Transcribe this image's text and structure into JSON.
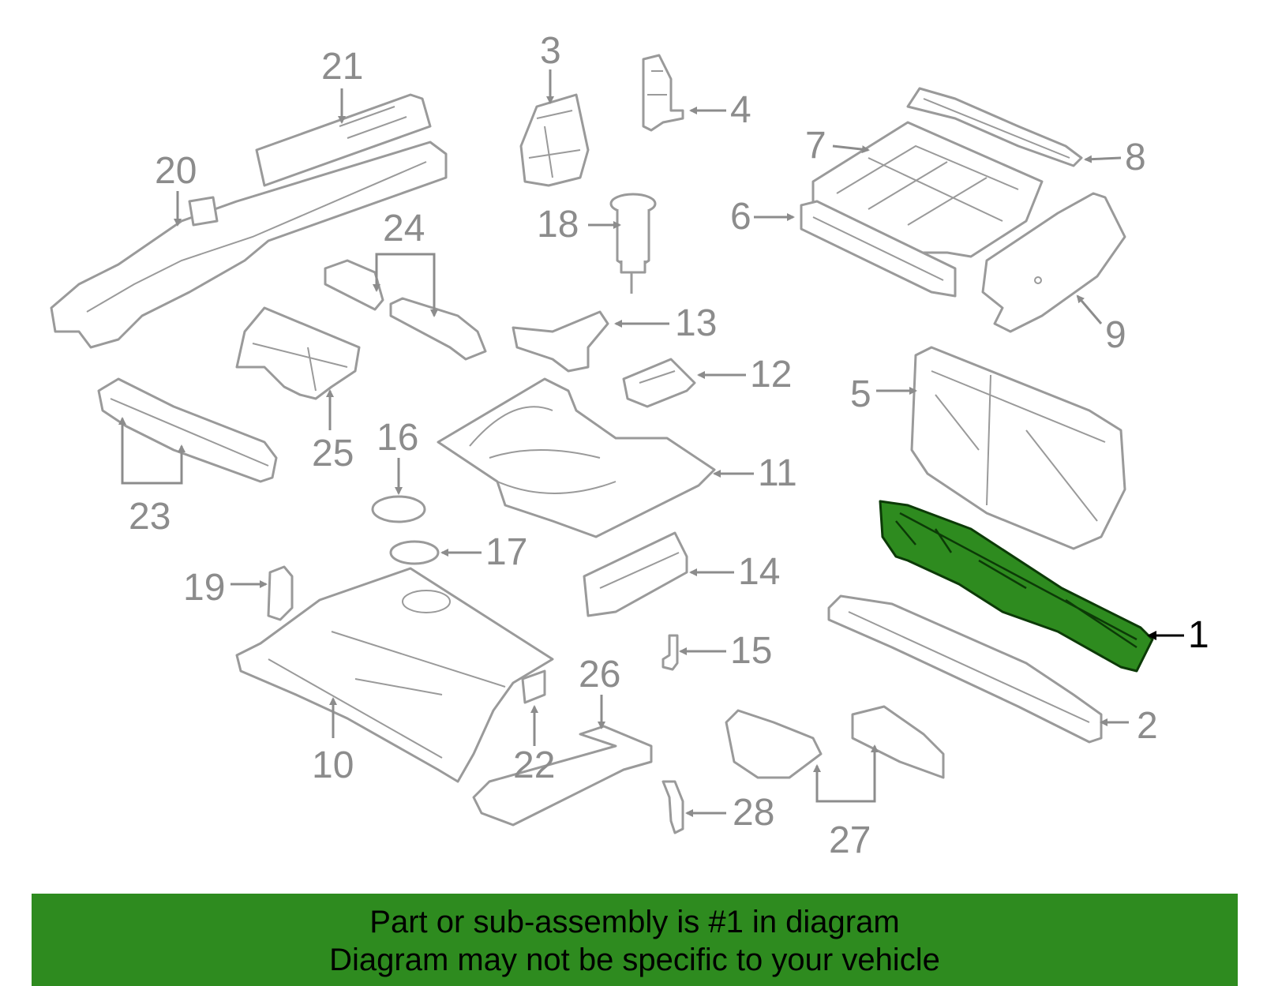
{
  "diagram": {
    "callouts": [
      "1",
      "2",
      "3",
      "4",
      "5",
      "6",
      "7",
      "8",
      "9",
      "10",
      "11",
      "12",
      "13",
      "14",
      "15",
      "16",
      "17",
      "18",
      "19",
      "20",
      "21",
      "22",
      "23",
      "24",
      "25",
      "26",
      "27",
      "28"
    ],
    "highlighted_callout": "1",
    "colors": {
      "highlight": "#2e8b1f",
      "outline": "#9a9a9a",
      "banner": "#2e8b1f"
    }
  },
  "banner": {
    "line1": "Part or sub-assembly is #1 in diagram",
    "line2": "Diagram may not be specific to your vehicle"
  }
}
